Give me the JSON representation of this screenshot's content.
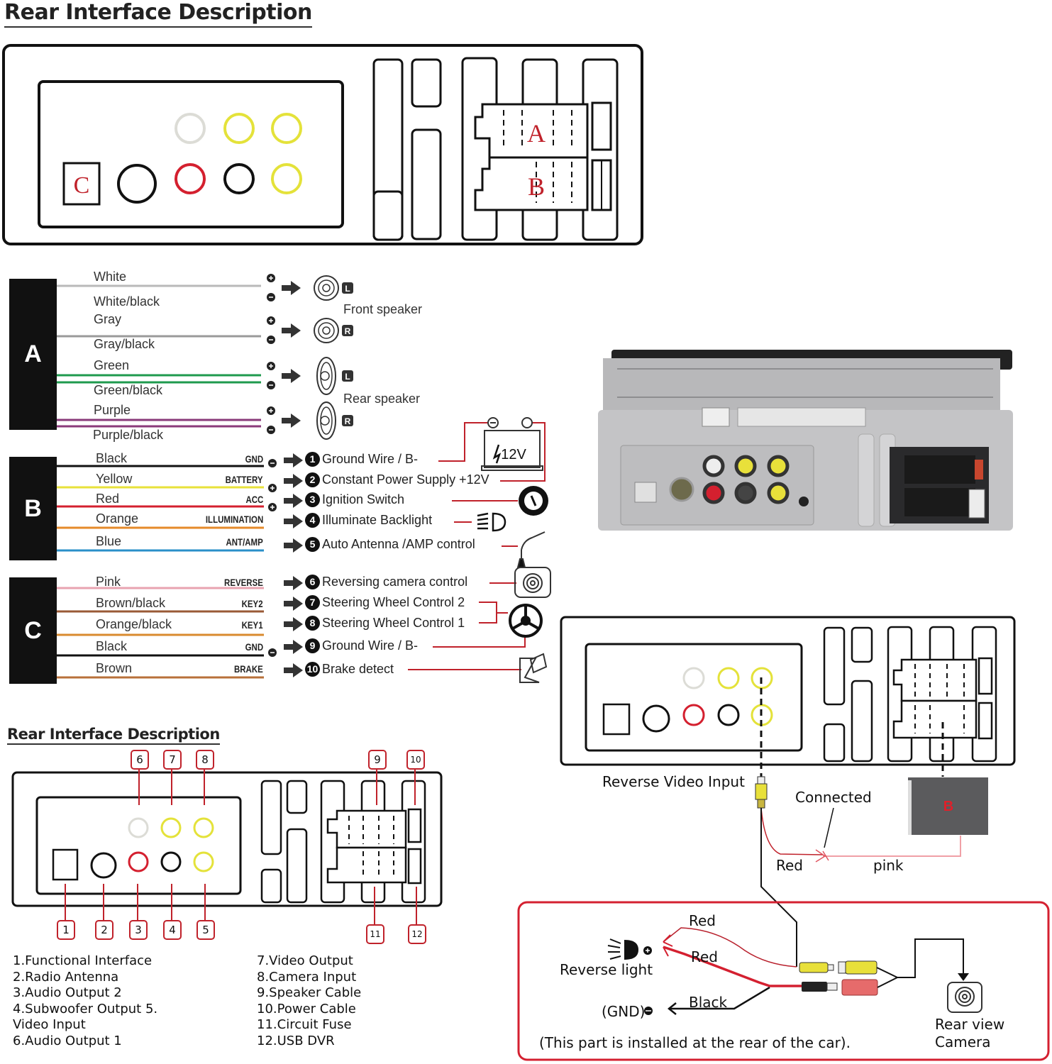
{
  "titles": {
    "top": "Rear Interface Description",
    "bottom": "Rear Interface Description"
  },
  "top_panel": {
    "connector_labels": {
      "c": "C",
      "a": "A",
      "b": "B"
    }
  },
  "harness_a": {
    "block_label": "A",
    "wires": [
      {
        "name": "White",
        "color": "#b9b9b9"
      },
      {
        "name": "White/black",
        "color": "#b9b9b9"
      },
      {
        "name": "Gray",
        "color": "#9a9a9a"
      },
      {
        "name": "Gray/black",
        "color": "#9a9a9a"
      },
      {
        "name": "Green",
        "color": "#1e9a4e"
      },
      {
        "name": "Green/black",
        "color": "#1e9a4e"
      },
      {
        "name": "Purple",
        "color": "#8a3a7a"
      },
      {
        "name": "Purple/black",
        "color": "#8a3a7a"
      }
    ],
    "speakers": [
      {
        "side": "L",
        "group": "front"
      },
      {
        "side": "R",
        "group": "front"
      },
      {
        "side": "L",
        "group": "rear"
      },
      {
        "side": "R",
        "group": "rear"
      }
    ],
    "front_label": "Front speaker",
    "rear_label": "Rear speaker"
  },
  "harness_b": {
    "block_label": "B",
    "wires": [
      {
        "name": "Black",
        "function": "GND",
        "polarity": "-",
        "num": "1",
        "desc": "Ground Wire / B-",
        "color": "#111111",
        "icon": "battery-icon"
      },
      {
        "name": "Yellow",
        "function": "BATTERY",
        "polarity": "+",
        "num": "2",
        "desc": "Constant Power Supply +12V",
        "color": "#e8e23a",
        "icon": "battery-icon"
      },
      {
        "name": "Red",
        "function": "ACC",
        "polarity": "+",
        "num": "3",
        "desc": "Ignition Switch",
        "color": "#d4202f",
        "icon": "ignition-icon"
      },
      {
        "name": "Orange",
        "function": "ILLUMINATION",
        "polarity": "",
        "num": "4",
        "desc": "Illuminate Backlight",
        "color": "#e58a2a",
        "icon": "headlight-icon"
      },
      {
        "name": "Blue",
        "function": "ANT/AMP",
        "polarity": "",
        "num": "5",
        "desc": "Auto Antenna /AMP control",
        "color": "#2a8fc9",
        "icon": "antenna-icon"
      }
    ],
    "battery_label": "12V"
  },
  "harness_c": {
    "block_label": "C",
    "wires": [
      {
        "name": "Pink",
        "function": "REVERSE",
        "polarity": "",
        "num": "6",
        "desc": "Reversing camera control",
        "color": "#e8a3b0",
        "icon": "camera-icon"
      },
      {
        "name": "Brown/black",
        "function": "KEY2",
        "polarity": "",
        "num": "7",
        "desc": "Steering Wheel Control 2",
        "color": "#9a5a36",
        "icon": "steering-wheel-icon"
      },
      {
        "name": "Orange/black",
        "function": "KEY1",
        "polarity": "",
        "num": "8",
        "desc": "Steering Wheel Control 1",
        "color": "#d98a2e",
        "icon": "steering-wheel-icon"
      },
      {
        "name": "Black",
        "function": "GND",
        "polarity": "-",
        "num": "9",
        "desc": "Ground Wire / B-",
        "color": "#111111",
        "icon": "steering-wheel-icon"
      },
      {
        "name": "Brown",
        "function": "BRAKE",
        "polarity": "",
        "num": "10",
        "desc": "Brake detect",
        "color": "#b8703a",
        "icon": "handbrake-icon"
      }
    ]
  },
  "callouts": [
    "1",
    "2",
    "3",
    "4",
    "5",
    "6",
    "7",
    "8",
    "9",
    "10",
    "11",
    "12"
  ],
  "legend": {
    "left": "1.Functional Interface\n2.Radio Antenna\n3.Audio Output 2\n4.Subwoofer Output 5.\nVideo Input\n6.Audio Output 1",
    "right": "7.Video Output\n8.Camera Input\n9.Speaker Cable\n10.Power Cable\n11.Circuit Fuse\n12.USB DVR"
  },
  "camera_wiring": {
    "reverse_video_input": "Reverse Video Input",
    "connected": "Connected",
    "red": "Red",
    "pink": "pink",
    "box_label": "B",
    "red_1": "Red",
    "red_2": "Red",
    "black": "Black",
    "reverse_light": "Reverse light",
    "gnd": "(GND)",
    "rear_view_camera_line1": "Rear view",
    "rear_view_camera_line2": "Camera",
    "note": "(This part is installed at the rear of the car)."
  },
  "colors": {
    "accent_red": "#c0222b",
    "jack_white": "#dcdcd6",
    "jack_yellow": "#e4e23a",
    "jack_red": "#d4202f",
    "box_gray": "#5b5b5d"
  }
}
